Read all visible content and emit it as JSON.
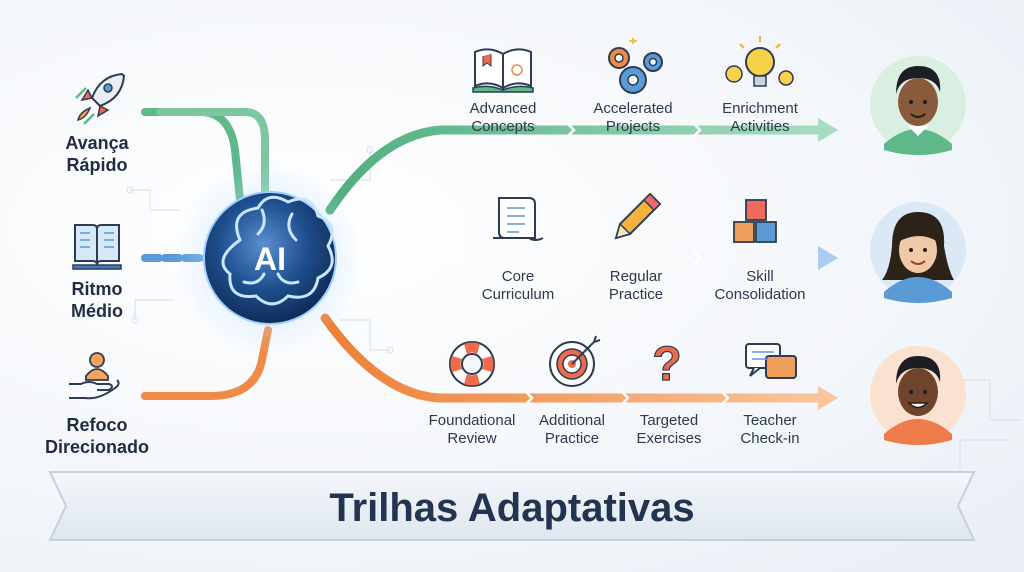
{
  "tracks": [
    {
      "label": "Avança\nRápido",
      "color": "#5fb88a",
      "steps": [
        {
          "label": "Advanced\nConcepts",
          "icon": "open-book-icon"
        },
        {
          "label": "Accelerated\nProjects",
          "icon": "gears-icon"
        },
        {
          "label": "Enrichment\nActivities",
          "icon": "lightbulbs-icon"
        }
      ],
      "student_icon": "boy-student-avatar"
    },
    {
      "label": "Ritmo\nMédio",
      "color": "#5b9bd5",
      "steps": [
        {
          "label": "Core\nCurriculum",
          "icon": "scroll-icon"
        },
        {
          "label": "Regular\nPractice",
          "icon": "pencil-icon"
        },
        {
          "label": "Skill\nConsolidation",
          "icon": "blocks-icon"
        }
      ],
      "student_icon": "girl-student-avatar"
    },
    {
      "label": "Refoco\nDirecionado",
      "color": "#ef8a47",
      "steps": [
        {
          "label": "Foundational\nReview",
          "icon": "lifebuoy-icon"
        },
        {
          "label": "Additional\nPractice",
          "icon": "target-icon"
        },
        {
          "label": "Targeted\nExercises",
          "icon": "question-mark-icon"
        },
        {
          "label": "Teacher\nCheck-in",
          "icon": "chat-bubbles-icon"
        }
      ],
      "student_icon": "boy-student-avatar-2"
    }
  ],
  "hub": {
    "label": "AI",
    "icon": "ai-brain-icon"
  },
  "title": "Trilhas Adaptativas",
  "colors": {
    "green": "#5fb88a",
    "blue": "#5b9bd5",
    "orange": "#ef8a47",
    "navy": "#22344f"
  }
}
